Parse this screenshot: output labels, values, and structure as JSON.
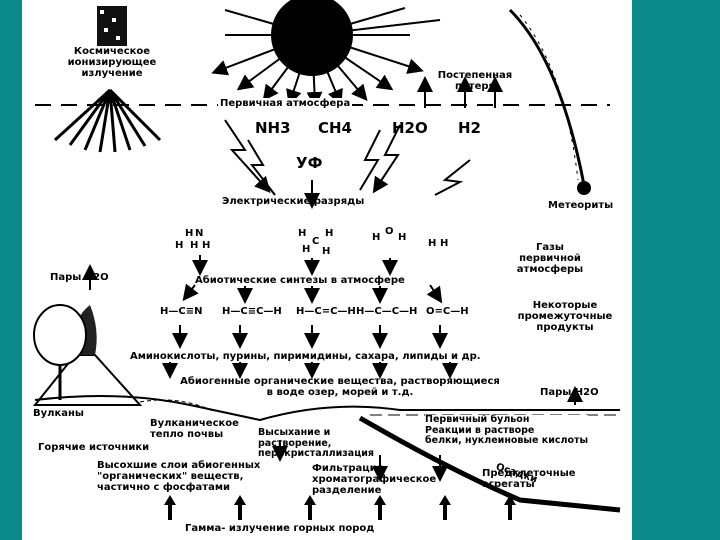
{
  "colors": {
    "frame": "#0b8a8a",
    "paper": "#ffffff",
    "ink": "#000000"
  },
  "labels": {
    "cosmic_radiation": "Космическое\nионизирующее\nизлучение",
    "gradual_loss": "Постепенная\nпотеря",
    "primary_atmosphere": "Первичная атмосфера",
    "nh3": "NH3",
    "ch4": "CH4",
    "h2o": "H2O",
    "h2": "H2",
    "uv": "УФ",
    "electric_discharges": "Электрические разряды",
    "meteorites": "Метеориты",
    "primary_atmosphere_gases": "Газы\nпервичной\nатмосферы",
    "water_vapor_left": "Пары H2O",
    "abiotic_synthesis": "Абиотические синтезы в атмосфере",
    "intermediate_products": "Некоторые\nпромежуточные\nпродукты",
    "organic_compounds": "Аминокислоты, пурины, пиримидины, сахара, липиды и др.",
    "abiogenic_organic": "Абиогенные органические вещества, растворяющиеся\nв воде озер, морей и т.д.",
    "water_vapor_right": "Пары H2O",
    "volcanoes": "Вулканы",
    "volcanic_soil_heat": "Вулканическое\nтепло почвы",
    "hot_springs": "Горячие источники",
    "drying_dissolving": "Высыхание и\nрастворение,\nперекристаллизация",
    "primary_broth": "Первичный бульон\nРеакции в растворе\nбелки, нуклеиновые кислоты",
    "sediments": "Осадки",
    "dried_layers": "Высохшие слои абиогенных\n\"органических\" веществ,\nчастично с фосфатами",
    "filtration": "Фильтрация\nхроматографическое\nразделение",
    "precellular_aggregates": "Предклеточные\nагрегаты",
    "gamma_radiation": "Гамма- излучение горных пород"
  }
}
